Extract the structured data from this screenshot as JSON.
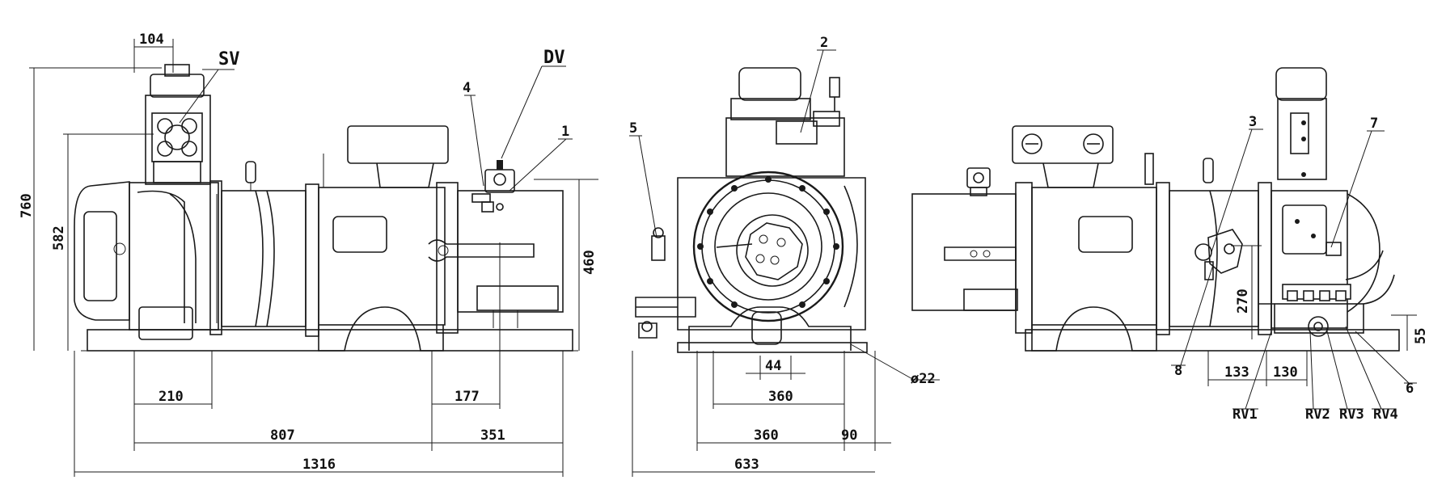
{
  "dimensions": {
    "d104": "104",
    "d760": "760",
    "d582": "582",
    "d210": "210",
    "d807": "807",
    "d1316": "1316",
    "d177": "177",
    "d351": "351",
    "d460": "460",
    "d44": "44",
    "d360a": "360",
    "d360b": "360",
    "d90": "90",
    "d633": "633",
    "d22": "ø22",
    "d270": "270",
    "d55": "55",
    "d133": "133",
    "d130": "130"
  },
  "callouts": {
    "sv": "SV",
    "dv": "DV",
    "c1": "1",
    "c2": "2",
    "c3": "3",
    "c4": "4",
    "c5": "5",
    "c6": "6",
    "c7": "7",
    "c8": "8",
    "rv1": "RV1",
    "rv2": "RV2",
    "rv3": "RV3",
    "rv4": "RV4"
  }
}
